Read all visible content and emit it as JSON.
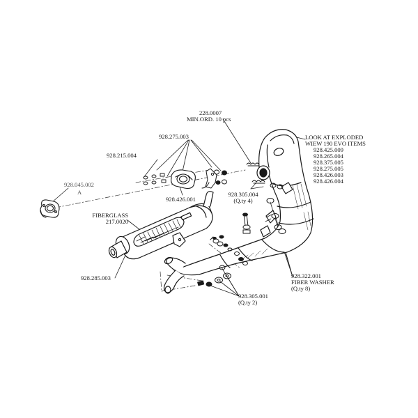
{
  "labels": {
    "p228": "228.0007",
    "minord": "MIN.ORD. 10 pcs",
    "p275": "928.275.003",
    "p215": "928.215.004",
    "p045": "928.045.002",
    "markA": "A",
    "p426": "928.426.001",
    "p305_004": "928.305.004",
    "qty4": "(Q.ty 4)",
    "fiberglass": "FIBERGLASS",
    "fiberglass_code": "217.0020",
    "p285": "928.285.003",
    "p322": "928.322.001",
    "fiber_washer": "FIBER WASHER",
    "qty8": "(Q.ty 8)",
    "p305_001": "928.305.001",
    "qty2": "(Q.ty 2)"
  },
  "exploded_note": {
    "line1": "LOOK AT EXPLODED",
    "line2": "WIEW 190 EVO ITEMS",
    "items": [
      "928.425.009",
      "928.265.004",
      "928.375.005",
      "928.275.005",
      "928.426.003",
      "928.426.004"
    ]
  },
  "colors": {
    "ink": "#1a1a1a",
    "leader": "#222222",
    "fill": "#ffffff"
  }
}
